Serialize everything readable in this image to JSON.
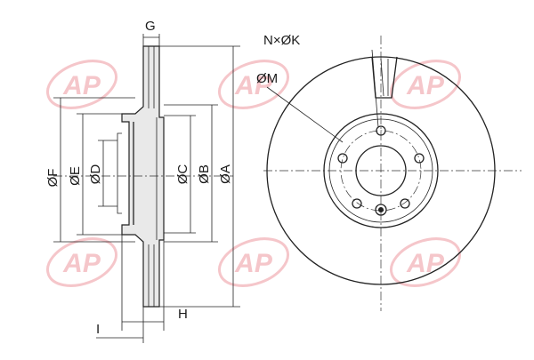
{
  "labels": {
    "G": "G",
    "NxK": "N×ØK",
    "M": "ØM",
    "F": "ØF",
    "E": "ØE",
    "D": "ØD",
    "C": "ØC",
    "B": "ØB",
    "A": "ØA",
    "H": "H",
    "I": "I"
  },
  "watermark": {
    "text": "AP",
    "color": "#f3b8bd"
  },
  "colors": {
    "line": "#222222",
    "watermark": "#f3b8bd"
  }
}
